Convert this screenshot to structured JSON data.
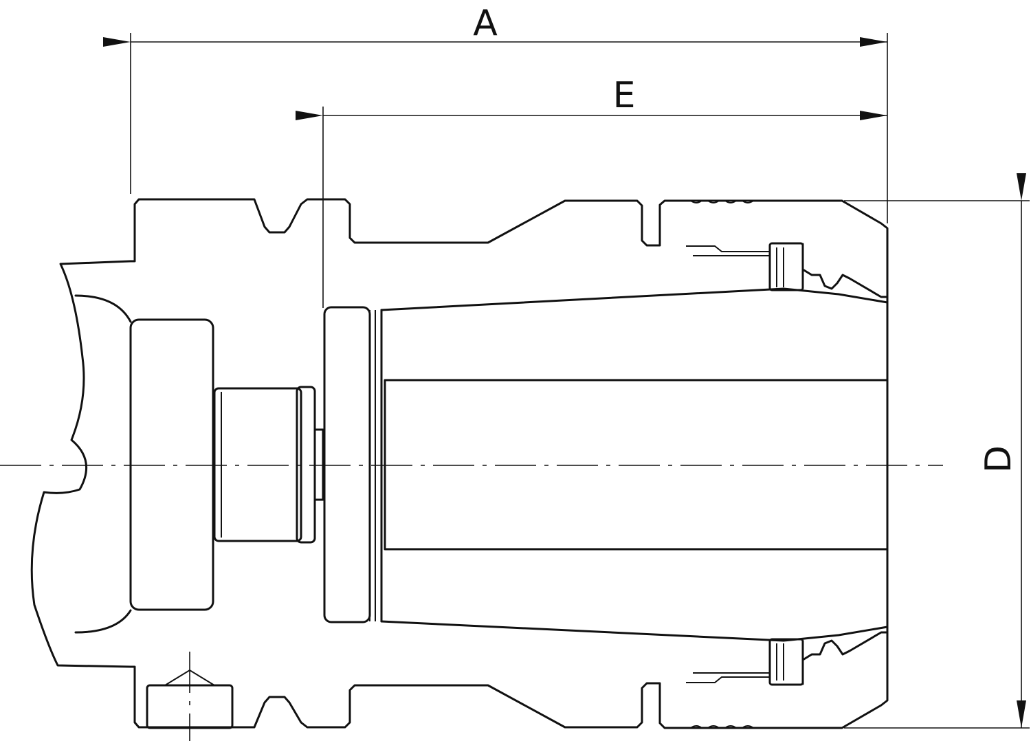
{
  "drawing": {
    "dimensions": [
      {
        "id": "A",
        "label": "A"
      },
      {
        "id": "E",
        "label": "E"
      },
      {
        "id": "D",
        "label": "D"
      }
    ]
  }
}
